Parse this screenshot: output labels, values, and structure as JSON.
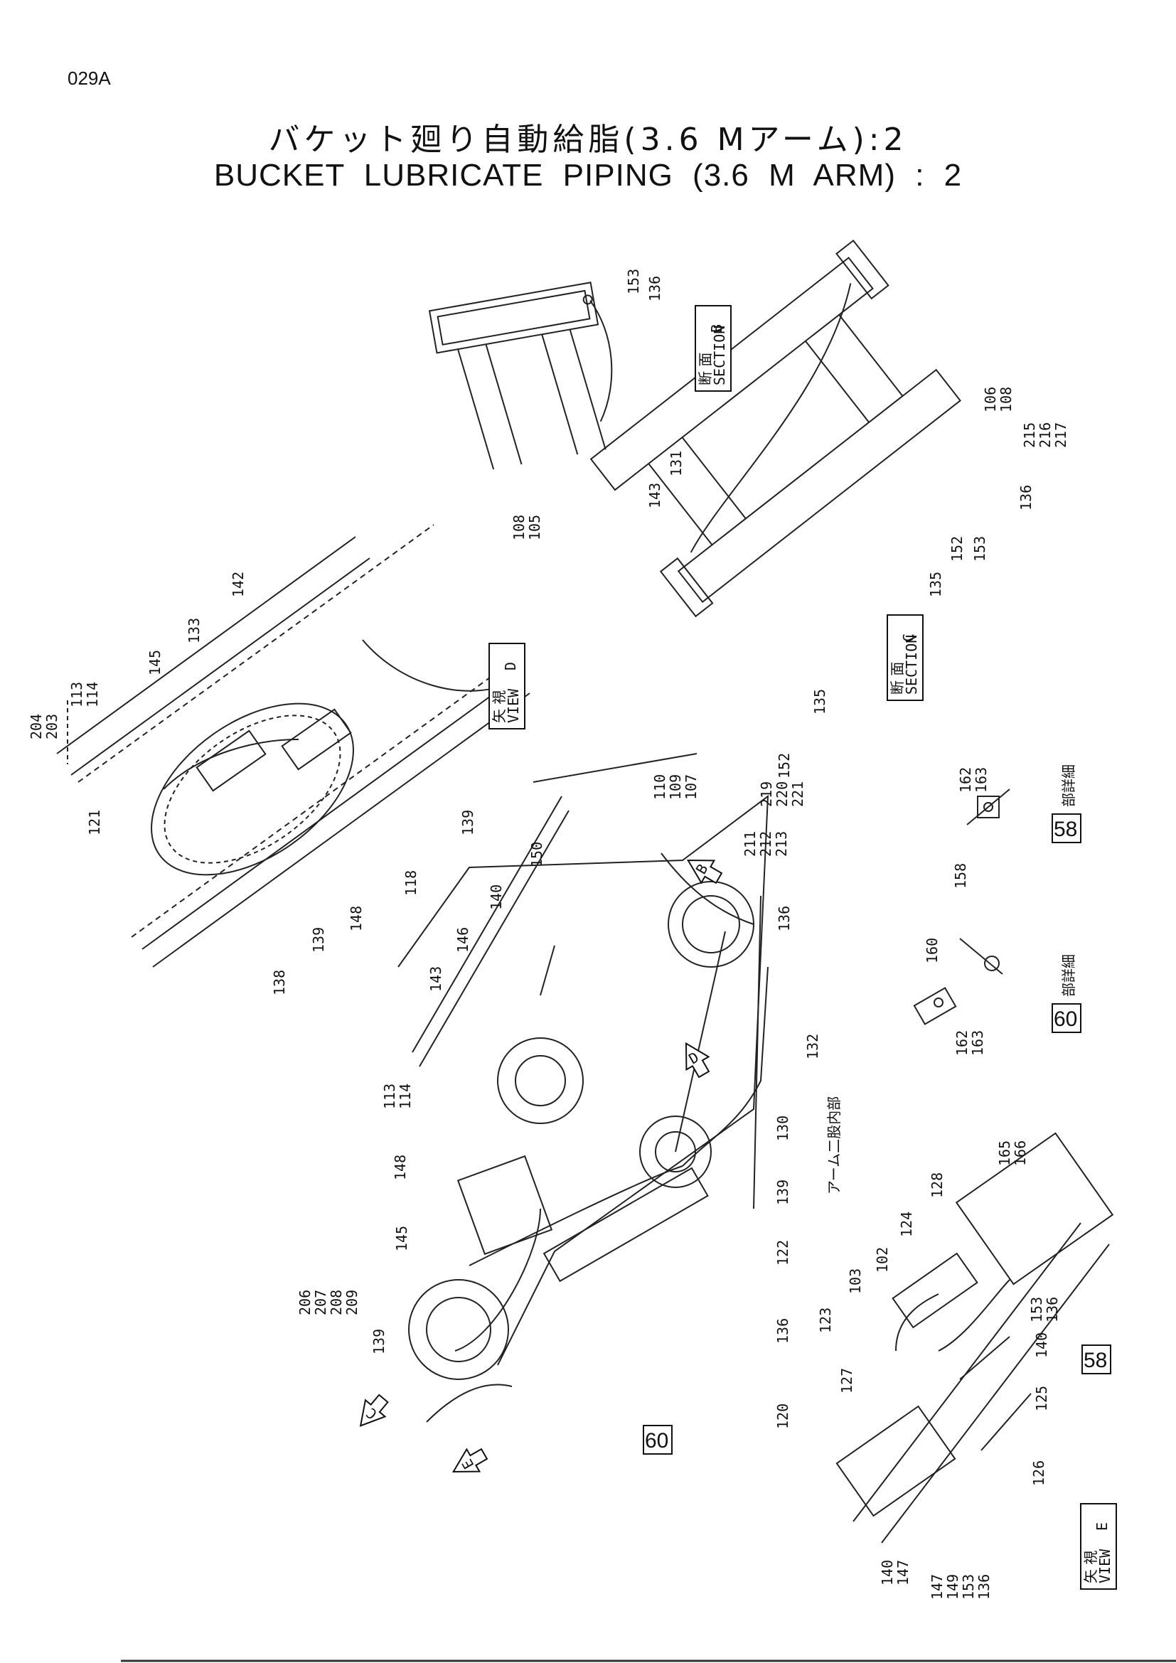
{
  "page_id": "029A",
  "title_jp": "バケット廻り自動給脂(3.6 Mアーム):2",
  "title_en": "BUCKET    LUBRICATE    PIPING (3.6 M    ARM) : 2",
  "views": {
    "section_b": {
      "jp": "断 面",
      "en": "SECTION",
      "letter": "B"
    },
    "section_c": {
      "jp": "断 面",
      "en": "SECTION",
      "letter": "C"
    },
    "view_d": {
      "jp": "矢 視",
      "en": "VIEW",
      "letter": "D"
    },
    "view_e": {
      "jp": "矢 視",
      "en": "VIEW",
      "letter": "E"
    }
  },
  "details": {
    "d58": {
      "num": "58",
      "jp": "部詳細"
    },
    "d60": {
      "num": "60",
      "jp": "部詳細"
    }
  },
  "arm_note": "アーム二股内部",
  "arrows": {
    "b": "B",
    "c": "C",
    "d": "D",
    "e": "E"
  },
  "labels": {
    "b153": "153",
    "b136": "136",
    "b131": "131",
    "b143": "143",
    "b108_105": "108\n105",
    "c106_108": "106\n108",
    "c215_217": "215\n216\n217",
    "c136": "136",
    "c153": "153",
    "c152": "152",
    "c135a": "135",
    "c135b": "135",
    "c152b": "152",
    "c219_221": "219\n220\n221",
    "c110_107": "110\n109\n107",
    "d204_203": "204\n203",
    "d113_114": "113\n114",
    "d145": "145",
    "d133": "133",
    "d142": "142",
    "d121": "121",
    "d118": "118",
    "d139a": "139",
    "d148": "148",
    "d139b": "139",
    "d138": "138",
    "m140": "140",
    "m150": "150",
    "m146": "146",
    "m143": "143",
    "m211_213": "211\n212\n213",
    "m136": "136",
    "m132": "132",
    "m113_114": "113\n114",
    "m148": "148",
    "m145": "145",
    "m206_209": "206\n207\n208\n209",
    "m139a": "139",
    "m130": "130",
    "m139b": "139",
    "m122": "122",
    "m136b": "136",
    "m120": "120",
    "m162_163a": "162\n163",
    "m158": "158",
    "m160": "160",
    "m162_163b": "162\n163",
    "e165_166": "165\n166",
    "e128": "128",
    "e124": "124",
    "e102": "102",
    "e103": "103",
    "e123": "123",
    "e153_136": "153\n136",
    "e140": "140",
    "e127": "127",
    "e125": "125",
    "e126": "126",
    "e140_147": "140\n147",
    "e147_136": "147\n149\n153\n136"
  }
}
